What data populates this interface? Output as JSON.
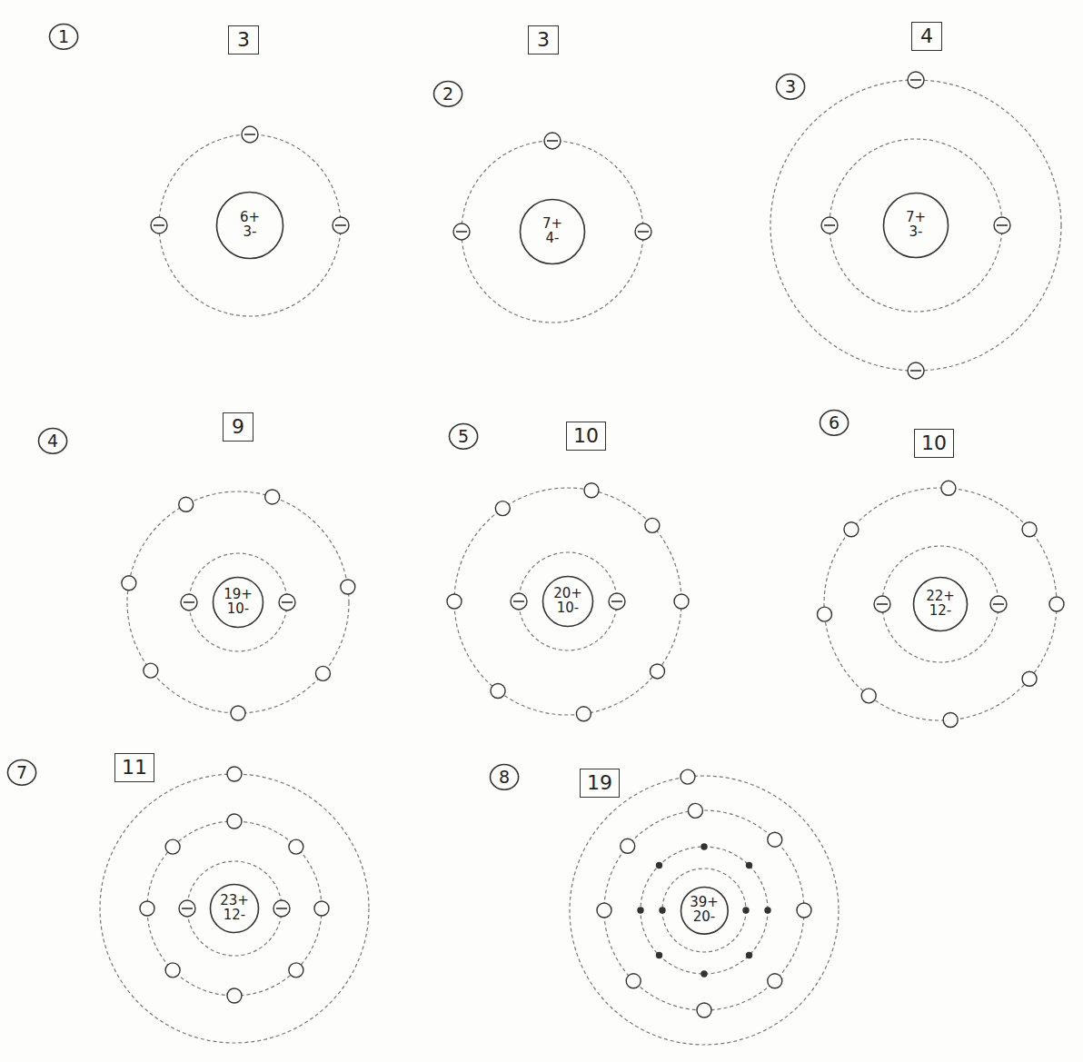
{
  "diagram": {
    "nodes": [
      {
        "text": [
          "1"
        ]
      },
      {
        "text": [
          "3"
        ]
      },
      {
        "text": [
          "6+",
          "3-"
        ]
      },
      {
        "text": [
          "2"
        ]
      },
      {
        "text": [
          "3"
        ]
      },
      {
        "text": [
          "7+",
          "4-"
        ]
      },
      {
        "text": [
          "3"
        ]
      },
      {
        "text": [
          "4"
        ]
      },
      {
        "text": [
          "7+",
          "3-"
        ]
      },
      {
        "text": [
          "4"
        ]
      },
      {
        "text": [
          "9"
        ]
      },
      {
        "text": [
          "19+",
          "10-"
        ]
      },
      {
        "text": [
          "5"
        ]
      },
      {
        "text": [
          "10"
        ]
      },
      {
        "text": [
          "20+",
          "10-"
        ]
      },
      {
        "text": [
          "6"
        ]
      },
      {
        "text": [
          "10"
        ]
      },
      {
        "text": [
          "22+",
          "12-"
        ]
      },
      {
        "text": [
          "7"
        ]
      },
      {
        "text": [
          "11"
        ]
      },
      {
        "text": [
          "23+",
          "12-"
        ]
      },
      {
        "text": [
          "8"
        ]
      },
      {
        "text": [
          "19"
        ]
      },
      {
        "text": [
          "39+",
          "20-"
        ]
      }
    ]
  }
}
